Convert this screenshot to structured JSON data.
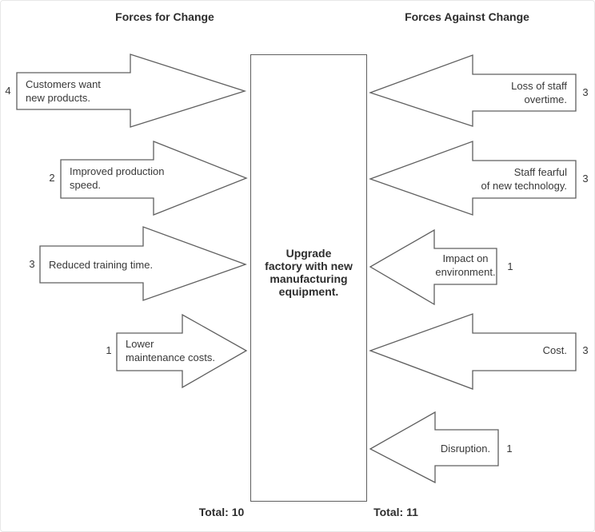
{
  "title_left": "Forces for Change",
  "title_right": "Forces Against Change",
  "center_box": {
    "lines": [
      "Upgrade",
      "factory with new",
      "manufacturing",
      "equipment."
    ]
  },
  "forces_for": [
    {
      "label_lines": [
        "Customers want",
        "new products."
      ],
      "score": "4"
    },
    {
      "label_lines": [
        "Improved production",
        "speed."
      ],
      "score": "2"
    },
    {
      "label_lines": [
        "Reduced training time."
      ],
      "score": "3"
    },
    {
      "label_lines": [
        "Lower",
        "maintenance costs."
      ],
      "score": "1"
    }
  ],
  "forces_against": [
    {
      "label_lines": [
        "Loss of staff",
        "overtime."
      ],
      "score": "3"
    },
    {
      "label_lines": [
        "Staff fearful",
        "of new technology."
      ],
      "score": "3"
    },
    {
      "label_lines": [
        "Impact on",
        "environment."
      ],
      "score": "1"
    },
    {
      "label_lines": [
        "Cost."
      ],
      "score": "3"
    },
    {
      "label_lines": [
        "Disruption."
      ],
      "score": "1"
    }
  ],
  "totals": {
    "for": "Total: 10",
    "against": "Total: 11"
  },
  "colors": {
    "outline": "#5f5f5f",
    "text": "#383838",
    "background": "#ffffff"
  }
}
